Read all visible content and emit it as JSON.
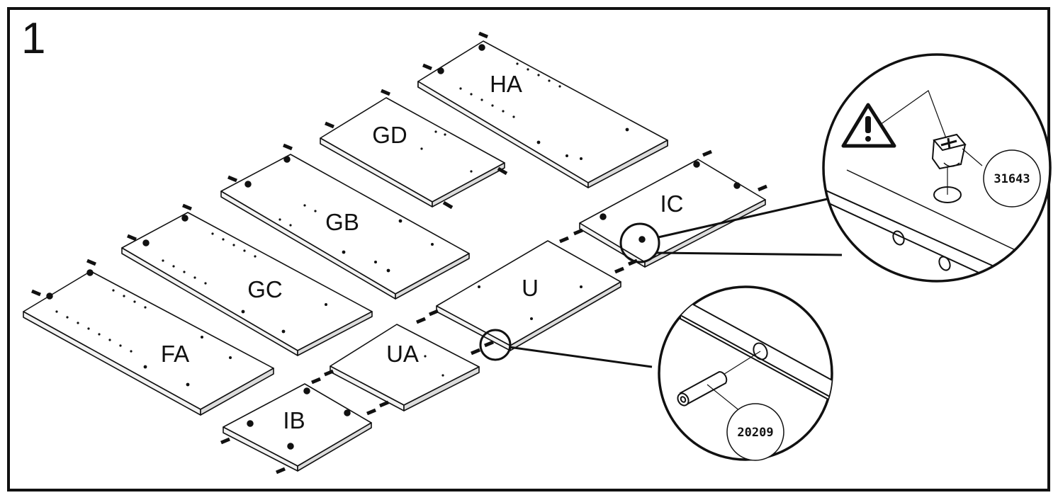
{
  "step_number": "1",
  "colors": {
    "line": "#111111",
    "background": "#ffffff",
    "panel": "#ffffff"
  },
  "panels": {
    "HA": "HA",
    "GD": "GD",
    "GB": "GB",
    "GC": "GC",
    "FA": "FA",
    "IC": "IC",
    "U": "U",
    "UA": "UA",
    "IB": "IB"
  },
  "details": {
    "cam_lock": {
      "part_number": "31643",
      "icon": "warning-triangle-icon"
    },
    "dowel": {
      "part_number": "20209"
    }
  }
}
